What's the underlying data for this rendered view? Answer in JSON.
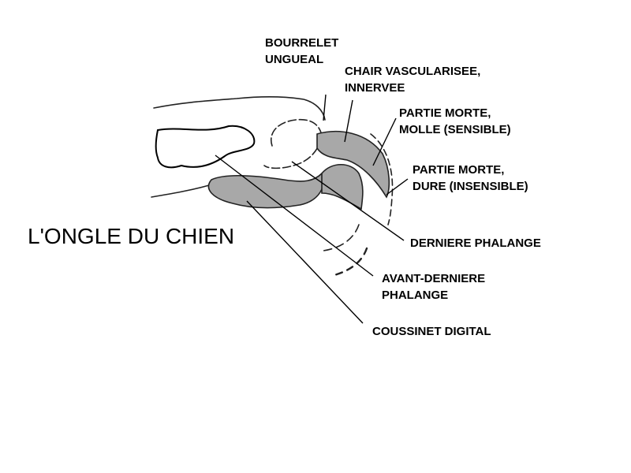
{
  "title": "L'ONGLE DU CHIEN",
  "labels": {
    "bourrelet": [
      "BOURRELET",
      "UNGUEAL"
    ],
    "chair": [
      "CHAIR VASCULARISEE,",
      "INNERVEE"
    ],
    "molle": [
      "PARTIE MORTE,",
      "MOLLE (SENSIBLE)"
    ],
    "dure": [
      "PARTIE MORTE,",
      "DURE (INSENSIBLE)"
    ],
    "derniere": [
      "DERNIERE PHALANGE"
    ],
    "avant": [
      "AVANT-DERNIERE",
      "PHALANGE"
    ],
    "coussinet": [
      "COUSSINET DIGITAL"
    ]
  },
  "colors": {
    "fill": "#a8a8a8",
    "ink": "#000000"
  }
}
